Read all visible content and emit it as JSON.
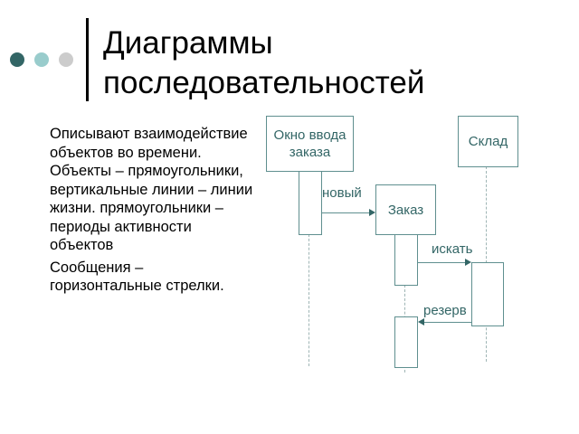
{
  "slide": {
    "title_line1": "Диаграммы",
    "title_line2": "последовательностей",
    "decor_dots": [
      "#336666",
      "#99CCCC",
      "#CCCCCC"
    ],
    "bullets": [
      "Описывают взаимодействие объектов во времени. Объекты – прямоугольники, вертикальные линии – линии жизни. прямоугольники – периоды активности объектов",
      "Сообщения – горизонтальные стрелки."
    ]
  },
  "diagram": {
    "objects": [
      {
        "label_line1": "Окно ввода",
        "label_line2": "заказа"
      },
      {
        "label": "Склад"
      },
      {
        "label": "Заказ"
      }
    ],
    "messages": [
      {
        "label": "новый",
        "direction": "right"
      },
      {
        "label": "искать",
        "direction": "right"
      },
      {
        "label": "резерв",
        "direction": "left"
      }
    ],
    "colors": {
      "text": "#336666",
      "border": "#5f8f8f",
      "lifeline": "#9fb5b5"
    }
  }
}
